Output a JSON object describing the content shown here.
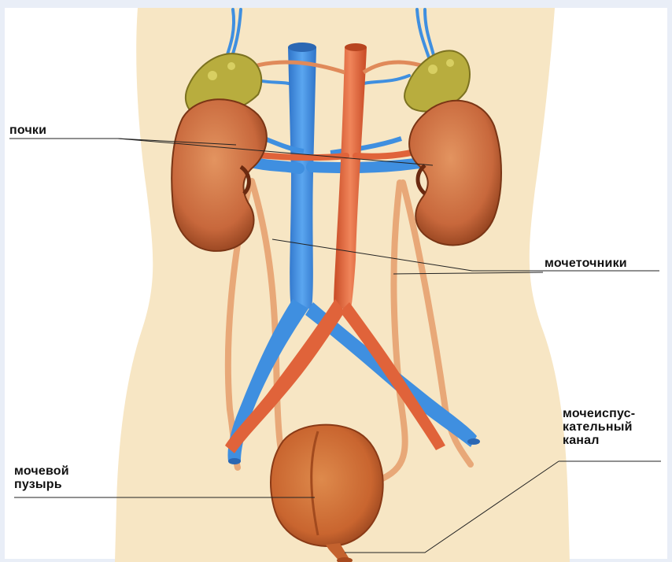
{
  "labels": {
    "kidneys": "почки",
    "ureters": "мочеточники",
    "bladder": "мочевой\nпузырь",
    "urethra": "мочеиспус-\nкательный\nканал"
  },
  "colors": {
    "background": "#e9eef7",
    "body_skin": "#f7e6c4",
    "kidney": "#c8683c",
    "kidney_dark": "#8e3f1c",
    "adrenal": "#b8ad3e",
    "vein": "#3f8fe0",
    "artery": "#e0633a",
    "ureter": "#e8a878",
    "bladder": "#d2733e",
    "leader_line": "#222222"
  },
  "icons": [
    "kidney-illustration",
    "adrenal-gland-illustration",
    "vena-cava-illustration",
    "aorta-illustration",
    "bladder-illustration"
  ]
}
